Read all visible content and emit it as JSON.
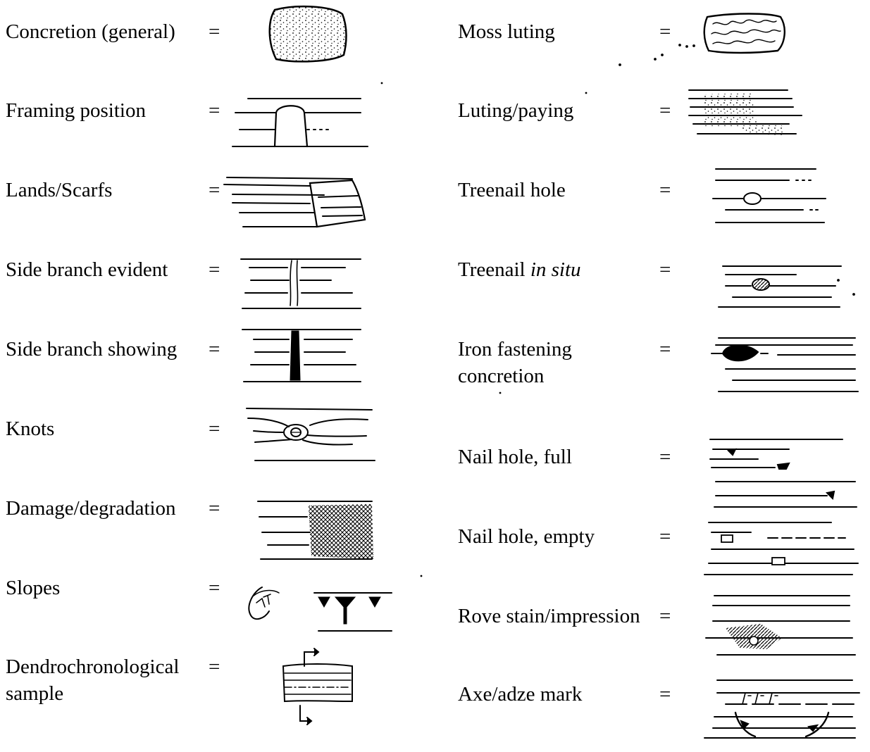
{
  "equals_sign": "=",
  "legend_left": [
    {
      "id": "concretion",
      "label": "Concretion (general)",
      "icon": "concretion-icon"
    },
    {
      "id": "framing",
      "label": "Framing position",
      "icon": "framing-position-icon"
    },
    {
      "id": "lands",
      "label": "Lands/Scarfs",
      "icon": "lands-scarfs-icon"
    },
    {
      "id": "side-evident",
      "label": "Side branch evident",
      "icon": "side-branch-evident-icon"
    },
    {
      "id": "side-showing",
      "label": "Side branch showing",
      "icon": "side-branch-showing-icon"
    },
    {
      "id": "knots",
      "label": "Knots",
      "icon": "knot-icon"
    },
    {
      "id": "damage",
      "label": "Damage/degradation",
      "icon": "damage-icon"
    },
    {
      "id": "slopes",
      "label": "Slopes",
      "icon": "slopes-icon"
    },
    {
      "id": "dendro",
      "label": "Dendrochronological",
      "label2": "sample",
      "icon": "dendro-sample-icon"
    }
  ],
  "legend_right": [
    {
      "id": "moss",
      "label": "Moss luting",
      "icon": "moss-luting-icon"
    },
    {
      "id": "luting",
      "label": "Luting/paying",
      "icon": "luting-paying-icon"
    },
    {
      "id": "treenail-hole",
      "label": "Treenail hole",
      "icon": "treenail-hole-icon"
    },
    {
      "id": "treenail-situ",
      "label": "Treenail ",
      "label_italic": "in situ",
      "icon": "treenail-in-situ-icon"
    },
    {
      "id": "iron",
      "label": "Iron fastening",
      "label2": "concretion",
      "icon": "iron-fastening-icon"
    },
    {
      "id": "nail-full",
      "label": "Nail hole, full",
      "icon": "nail-hole-full-icon"
    },
    {
      "id": "nail-empty",
      "label": "Nail hole, empty",
      "icon": "nail-hole-empty-icon"
    },
    {
      "id": "rove",
      "label": "Rove stain/impression",
      "icon": "rove-stain-icon"
    },
    {
      "id": "axe",
      "label": "Axe/adze mark",
      "icon": "axe-adze-mark-icon"
    }
  ]
}
